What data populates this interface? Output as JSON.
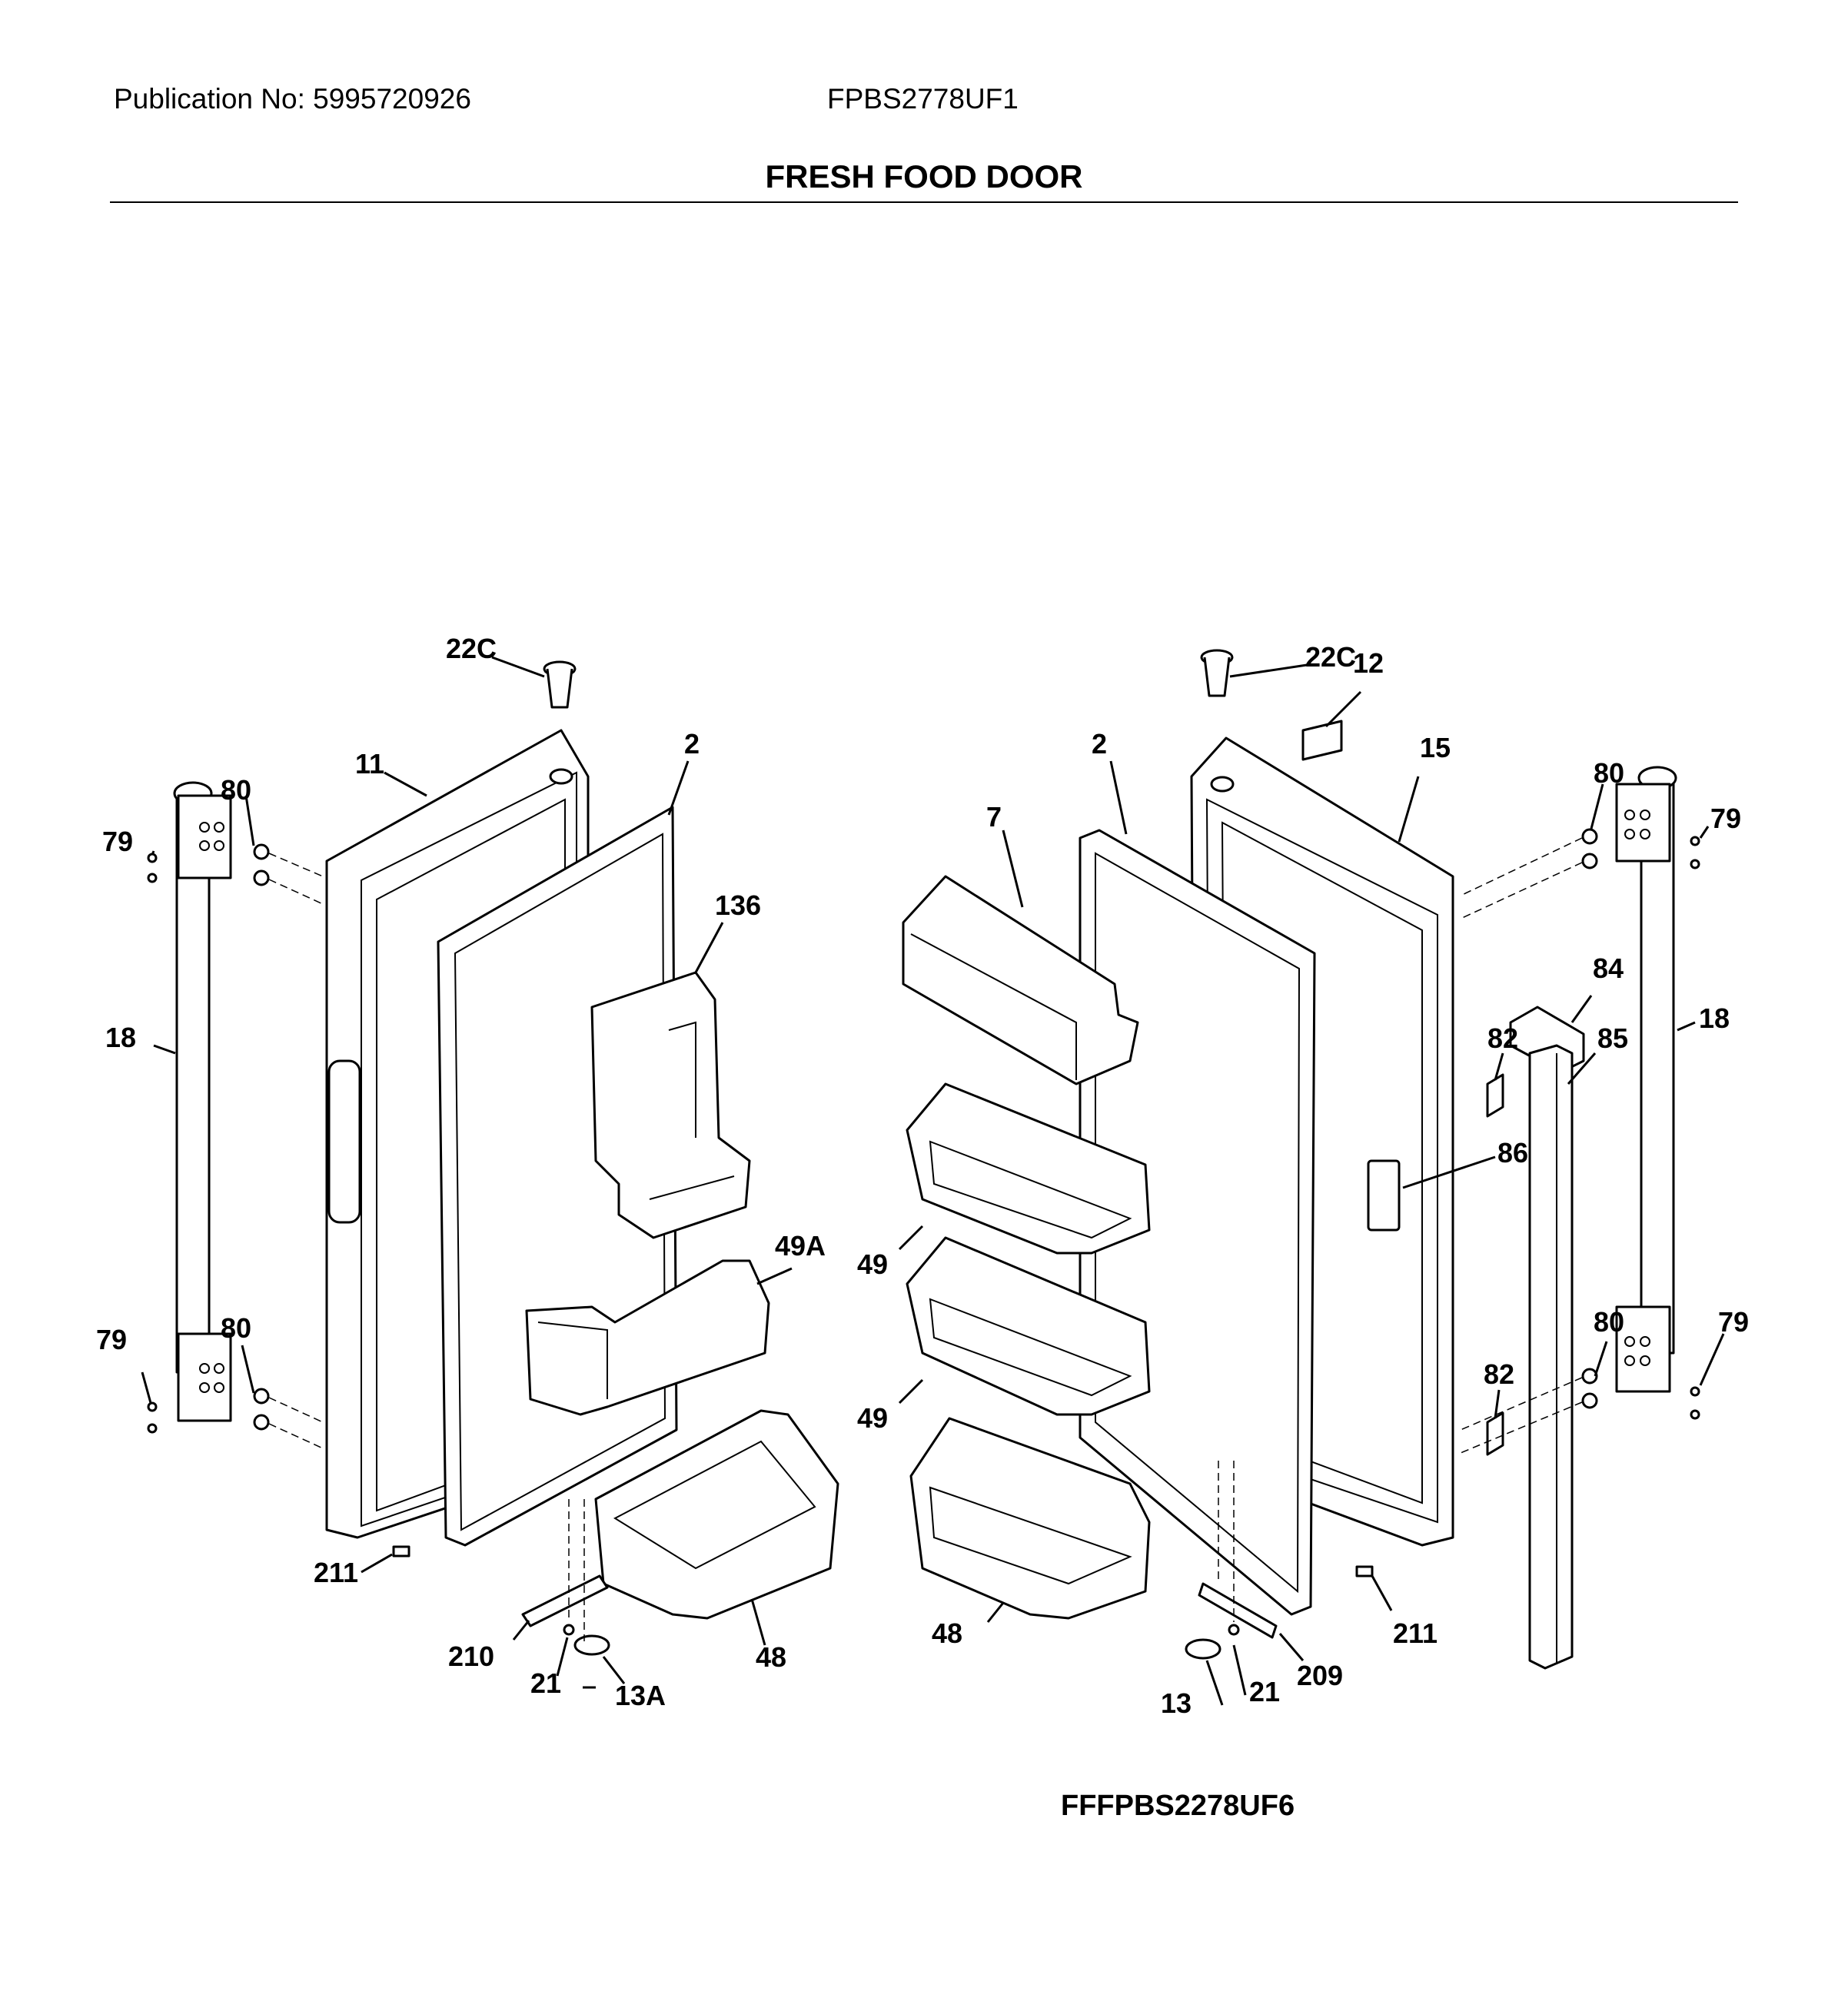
{
  "header": {
    "publication": "Publication No: 5995720926",
    "model": "FPBS2778UF1",
    "title": "FRESH FOOD DOOR"
  },
  "footer": {
    "diagram_code": "FFFPBS2278UF6"
  },
  "callouts": {
    "p22c_left": "22C",
    "p22c_right": "22C",
    "p11": "11",
    "p2_left": "2",
    "p2_right": "2",
    "p12": "12",
    "p15": "15",
    "p80_tl": "80",
    "p80_bl": "80",
    "p80_tr": "80",
    "p80_br": "80",
    "p79_tl": "79",
    "p79_bl": "79",
    "p79_tr": "79",
    "p79_br": "79",
    "p18_left": "18",
    "p18_right": "18",
    "p136": "136",
    "p7": "7",
    "p49a": "49A",
    "p49_top": "49",
    "p49_bot": "49",
    "p48_left": "48",
    "p48_right": "48",
    "p84": "84",
    "p85": "85",
    "p86": "86",
    "p82_top": "82",
    "p82_bot": "82",
    "p211_left": "211",
    "p211_right": "211",
    "p210": "210",
    "p209": "209",
    "p21_left": "21",
    "p21_right": "21",
    "p13a": "13A",
    "p13": "13"
  }
}
